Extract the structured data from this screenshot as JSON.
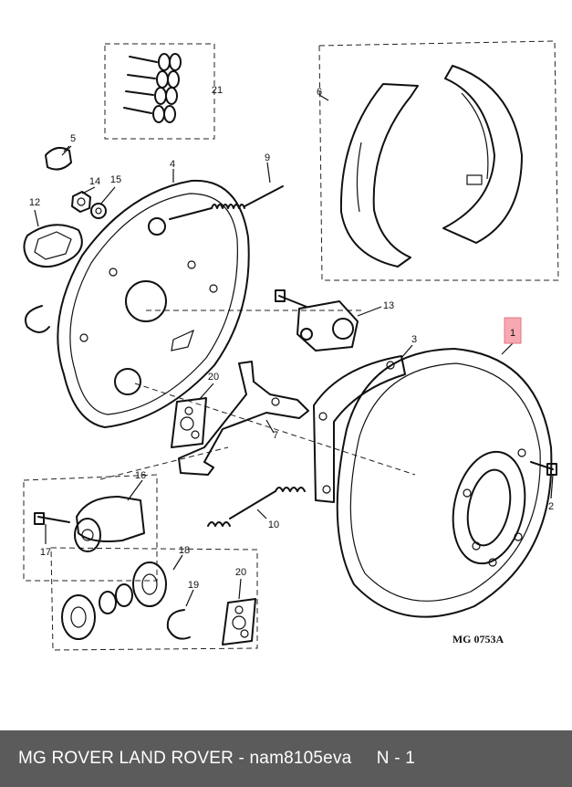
{
  "diagram": {
    "reference_code": "MG 0753A",
    "highlight_color": "#f7a9b1",
    "callouts": [
      {
        "id": "c1",
        "label": "1",
        "highlighted": true
      },
      {
        "id": "c2",
        "label": "2"
      },
      {
        "id": "c3",
        "label": "3"
      },
      {
        "id": "c4",
        "label": "4"
      },
      {
        "id": "c5",
        "label": "5"
      },
      {
        "id": "c6",
        "label": "6"
      },
      {
        "id": "c7",
        "label": "7"
      },
      {
        "id": "c9",
        "label": "9"
      },
      {
        "id": "c10",
        "label": "10"
      },
      {
        "id": "c12",
        "label": "12"
      },
      {
        "id": "c13",
        "label": "13"
      },
      {
        "id": "c14",
        "label": "14"
      },
      {
        "id": "c15",
        "label": "15"
      },
      {
        "id": "c16",
        "label": "16"
      },
      {
        "id": "c17",
        "label": "17"
      },
      {
        "id": "c18",
        "label": "18"
      },
      {
        "id": "c19",
        "label": "19"
      },
      {
        "id": "c20a",
        "label": "20"
      },
      {
        "id": "c20b",
        "label": "20"
      },
      {
        "id": "c21",
        "label": "21"
      }
    ]
  },
  "footer": {
    "text": "MG ROVER LAND ROVER - nam8105eva     N - 1",
    "background": "#5b5b5b"
  }
}
